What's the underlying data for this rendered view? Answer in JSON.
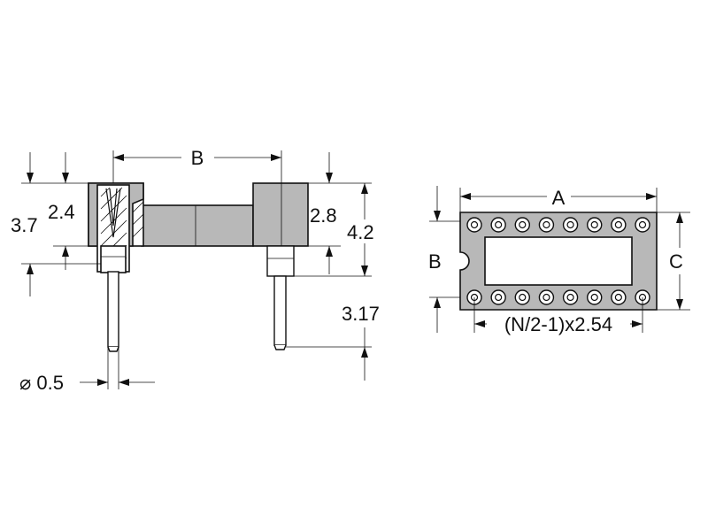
{
  "side_view": {
    "dim_B": "B",
    "dim_3_7": "3.7",
    "dim_2_4": "2.4",
    "dim_2_8": "2.8",
    "dim_4_2": "4.2",
    "dim_3_17": "3.17",
    "dim_dia": "⌀ 0.5"
  },
  "top_view": {
    "dim_A": "A",
    "dim_B": "B",
    "dim_C": "C",
    "dim_pitch": "(N/2-1)x2.54",
    "contacts_per_row": 8
  }
}
